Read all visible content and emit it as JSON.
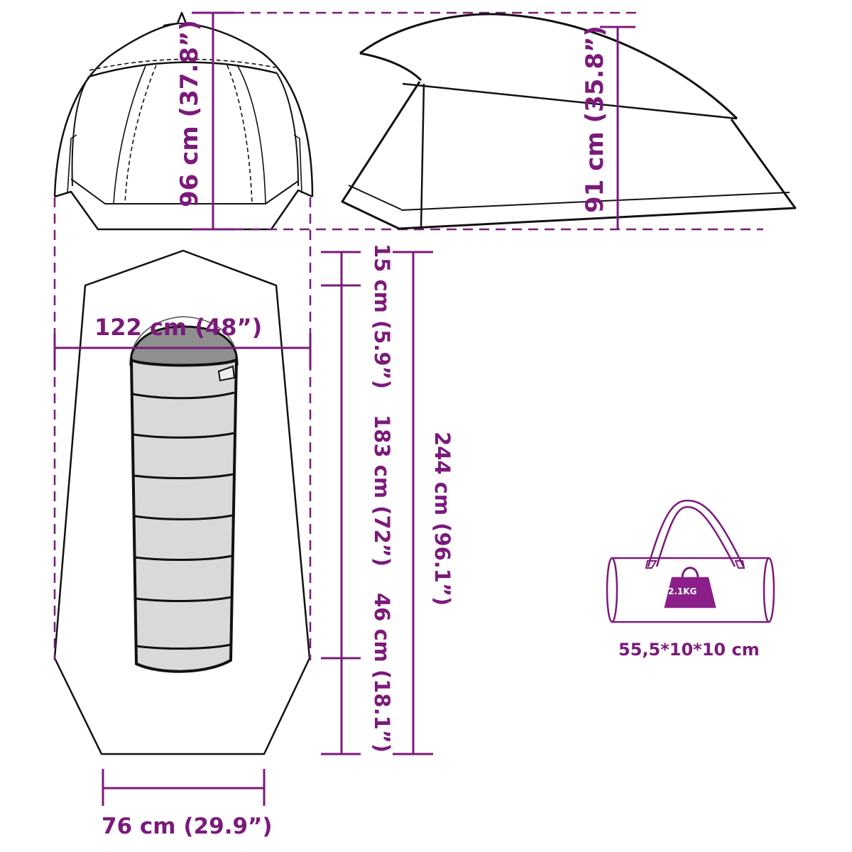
{
  "diagram": {
    "subject": "one-person dome tent dimensions",
    "accent_color": "#7b1a7b",
    "outline_color": "#111111",
    "views": {
      "front_view": {
        "label": "front-view"
      },
      "side_view": {
        "label": "side-view"
      },
      "top_view": {
        "label": "top-view-with-sleeping-bag"
      },
      "carry_bag": {
        "label": "packed-carry-bag"
      }
    },
    "dimensions": {
      "front_height": "96 cm (37.8”)",
      "side_height": "91 cm (35.8”)",
      "width": "122 cm (48”)",
      "foot_width": "76 cm (29.9”)",
      "vestibule_front": "15 cm (5.9”)",
      "inner_length": "183 cm (72”)",
      "vestibule_back": "46 cm (18.1”)",
      "total_length": "244 cm (96.1”)"
    },
    "package": {
      "weight": "2.1KG",
      "size": "55,5*10*10 cm"
    }
  }
}
